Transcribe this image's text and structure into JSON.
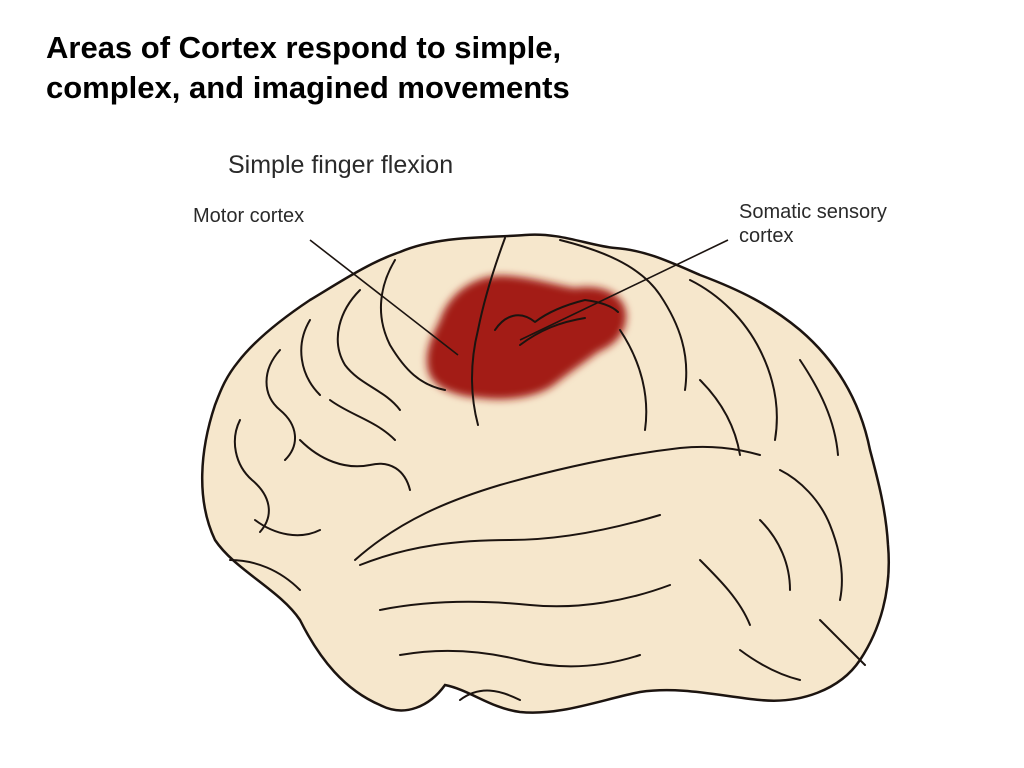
{
  "slide": {
    "title_lines": [
      "Areas of Cortex respond to simple,",
      "complex, and imagined movements"
    ]
  },
  "figure": {
    "caption": "Simple finger flexion",
    "labels": {
      "motor_cortex": "Motor cortex",
      "somatic_sensory_line1": "Somatic sensory",
      "somatic_sensory_line2": "cortex"
    },
    "colors": {
      "brain_fill": "#f6e7cc",
      "outline": "#1c1410",
      "activation": "#a31a12"
    }
  }
}
